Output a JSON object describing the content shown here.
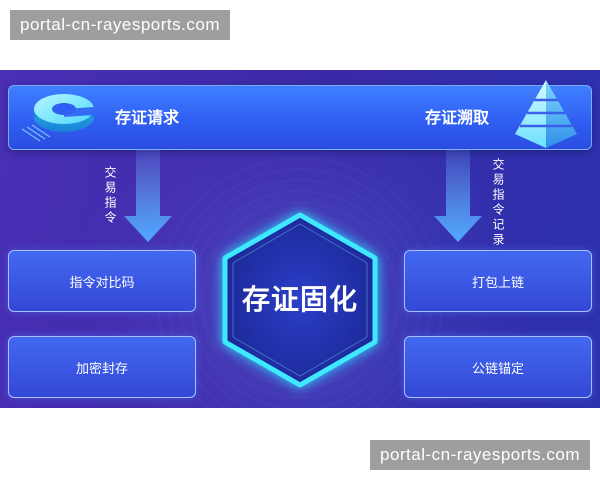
{
  "watermarks": [
    {
      "text": "portal-cn-rayesports.com"
    },
    {
      "text": "portal-cn-rayesports.com"
    }
  ],
  "diagram": {
    "top_bar": {
      "left_label": "存证请求",
      "right_label": "存证溯取",
      "left_icon": "ring-icon",
      "right_icon": "pyramid-icon"
    },
    "left_flow": {
      "label": "交易指令",
      "icon": "down-arrow-icon"
    },
    "right_flow": {
      "label": "交易指令记录",
      "icon": "down-arrow-icon"
    },
    "left_boxes": [
      {
        "label": "指令对比码"
      },
      {
        "label": "加密封存"
      }
    ],
    "right_boxes": [
      {
        "label": "打包上链"
      },
      {
        "label": "公链锚定"
      }
    ],
    "center": {
      "label": "存证固化"
    }
  },
  "colors": {
    "banner": "#3a2ba8",
    "bar": "#2f5cf0",
    "box": "#3a55e4",
    "box_border": "#a9c0ff",
    "hexagon_glow": "#38e6ff",
    "arrow": "#4fa8ff",
    "watermark_bg": "#9e9e9e",
    "text": "#ffffff"
  }
}
